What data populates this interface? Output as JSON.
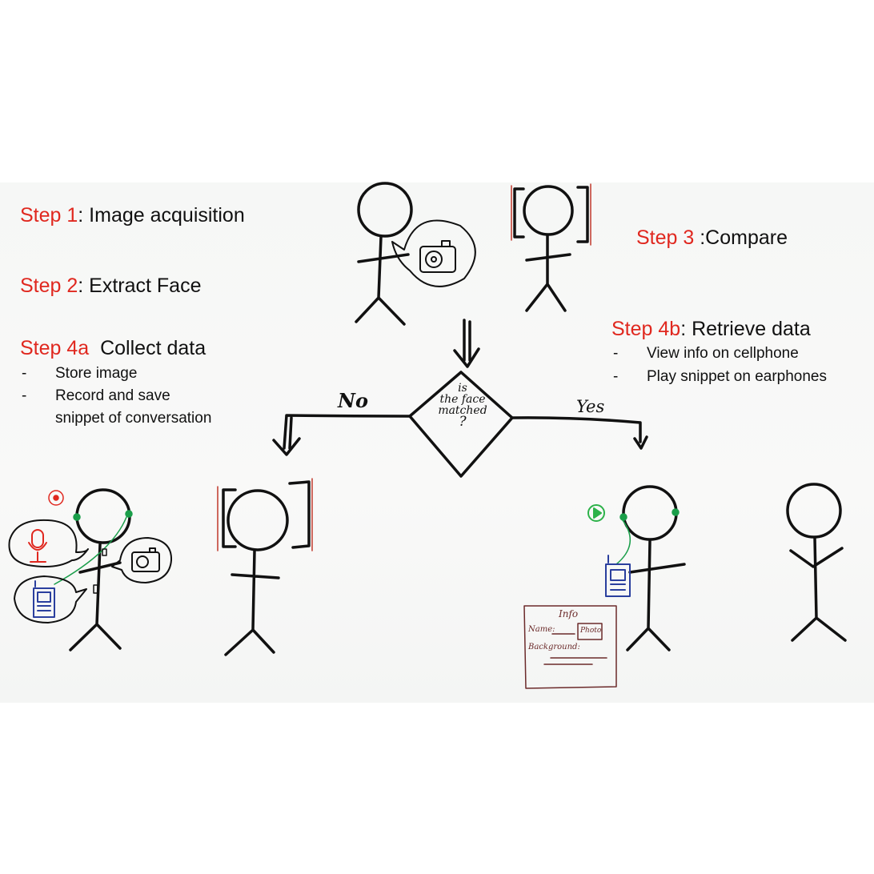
{
  "steps": {
    "step1": {
      "label": "Step 1",
      "text": ": Image acquisition"
    },
    "step2": {
      "label": "Step 2",
      "text": ": Extract Face"
    },
    "step3": {
      "label": "Step 3",
      "text": ":Compare"
    },
    "step4a": {
      "label": "Step 4a",
      "text": "Collect data",
      "bullets": [
        "Store image",
        "Record and save",
        "snippet of conversation"
      ]
    },
    "step4b": {
      "label": "Step 4b",
      "text": ": Retrieve data",
      "bullets": [
        "View info  on cellphone",
        "Play snippet on earphones"
      ]
    }
  },
  "decision": {
    "question_lines": [
      "is",
      "the face",
      "matched",
      "?"
    ],
    "no_label": "No",
    "yes_label": "Yes"
  },
  "info_card": {
    "title": "Info",
    "name_label": "Name:",
    "photo_label": "Photo",
    "background_label": "Background:"
  },
  "bullet_marker": "-",
  "colors": {
    "step_red": "#e0281f",
    "ink": "#111111",
    "frame_red": "#c0392b",
    "earphone_green": "#1a9e4a",
    "phone_blue": "#2a3f9e",
    "card_brown": "#6b2a2a",
    "play_green": "#2db24a"
  }
}
